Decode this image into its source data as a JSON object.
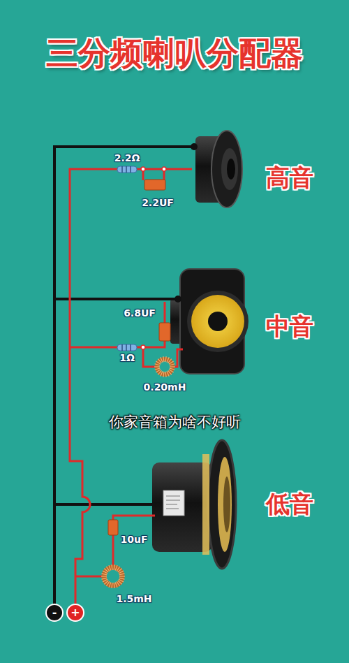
{
  "diagram": {
    "title": "三分频喇叭分配器",
    "nodes": [
      {
        "text": [
          "-"
        ]
      },
      {
        "text": [
          "+"
        ]
      }
    ],
    "labels": [
      "2.2Ω",
      "2.2UF",
      "高音",
      "6.8UF",
      "1Ω",
      "0.20mH",
      "中音",
      "你家音箱为啥不好听",
      "10uF",
      "1.5mH",
      "低音"
    ]
  }
}
